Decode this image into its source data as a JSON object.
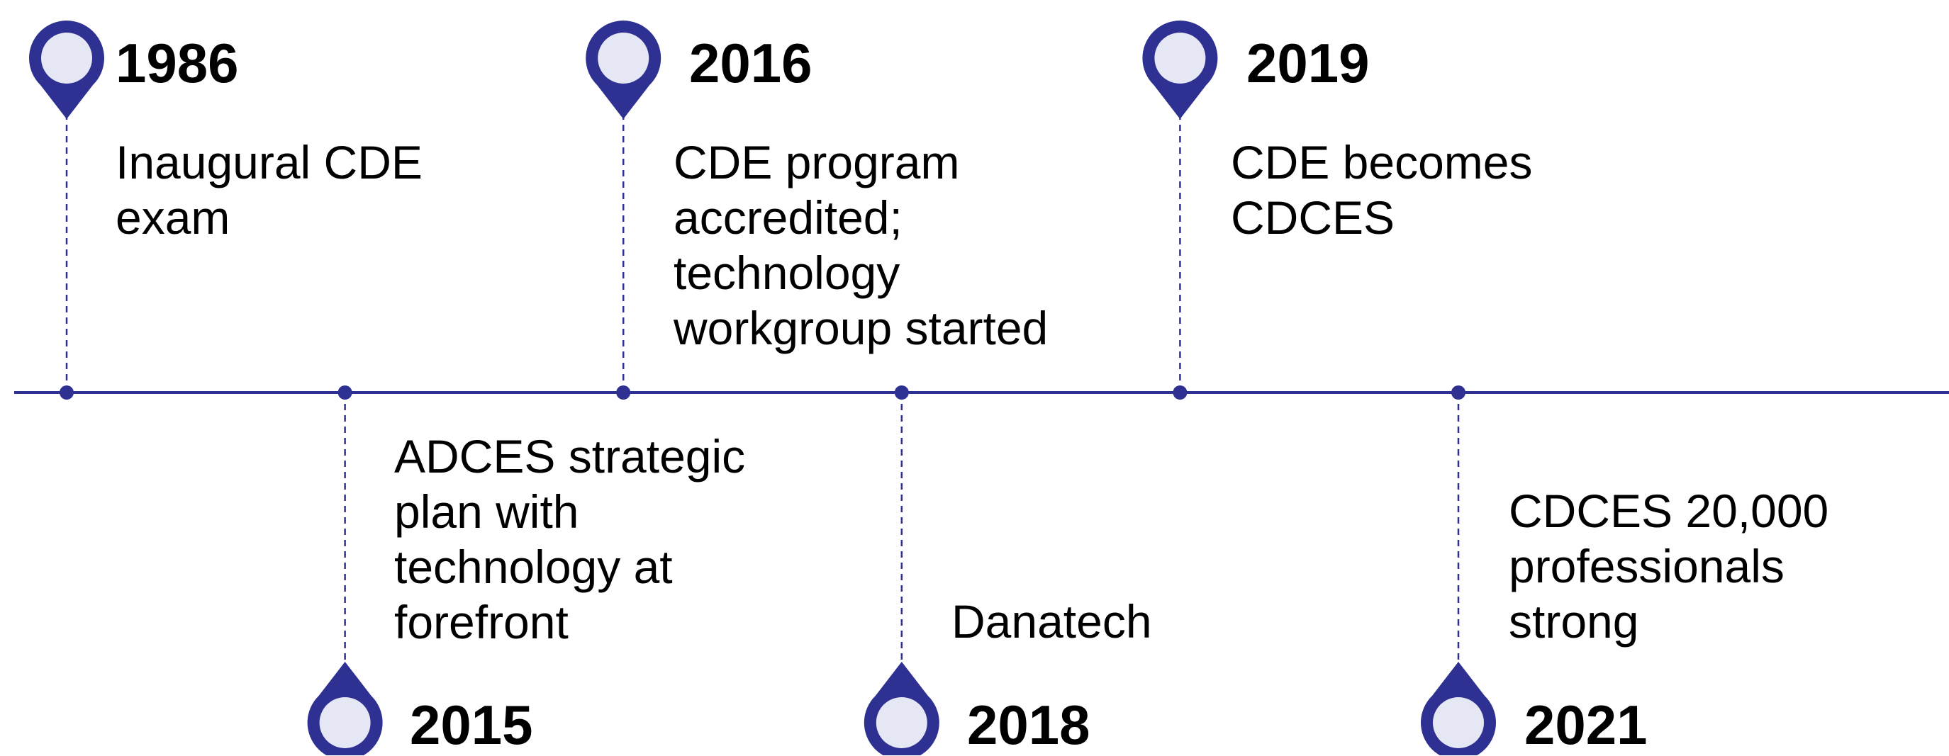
{
  "colors": {
    "accent": "#2e3192",
    "marker_fill": "#e6e7f4",
    "text": "#000000"
  },
  "milestones": [
    {
      "year": "1986",
      "text": "Inaugural CDE\nexam",
      "position": "above"
    },
    {
      "year": "2015",
      "text": "ADCES strategic\nplan with\ntechnology at\nforefront",
      "position": "below"
    },
    {
      "year": "2016",
      "text": "CDE program\naccredited;\ntechnology\nworkgroup started",
      "position": "above"
    },
    {
      "year": "2018",
      "text": "Danatech",
      "position": "below"
    },
    {
      "year": "2019",
      "text": "CDE becomes\nCDCES",
      "position": "above"
    },
    {
      "year": "2021",
      "text": "CDCES 20,000\nprofessionals\nstrong",
      "position": "below"
    }
  ]
}
